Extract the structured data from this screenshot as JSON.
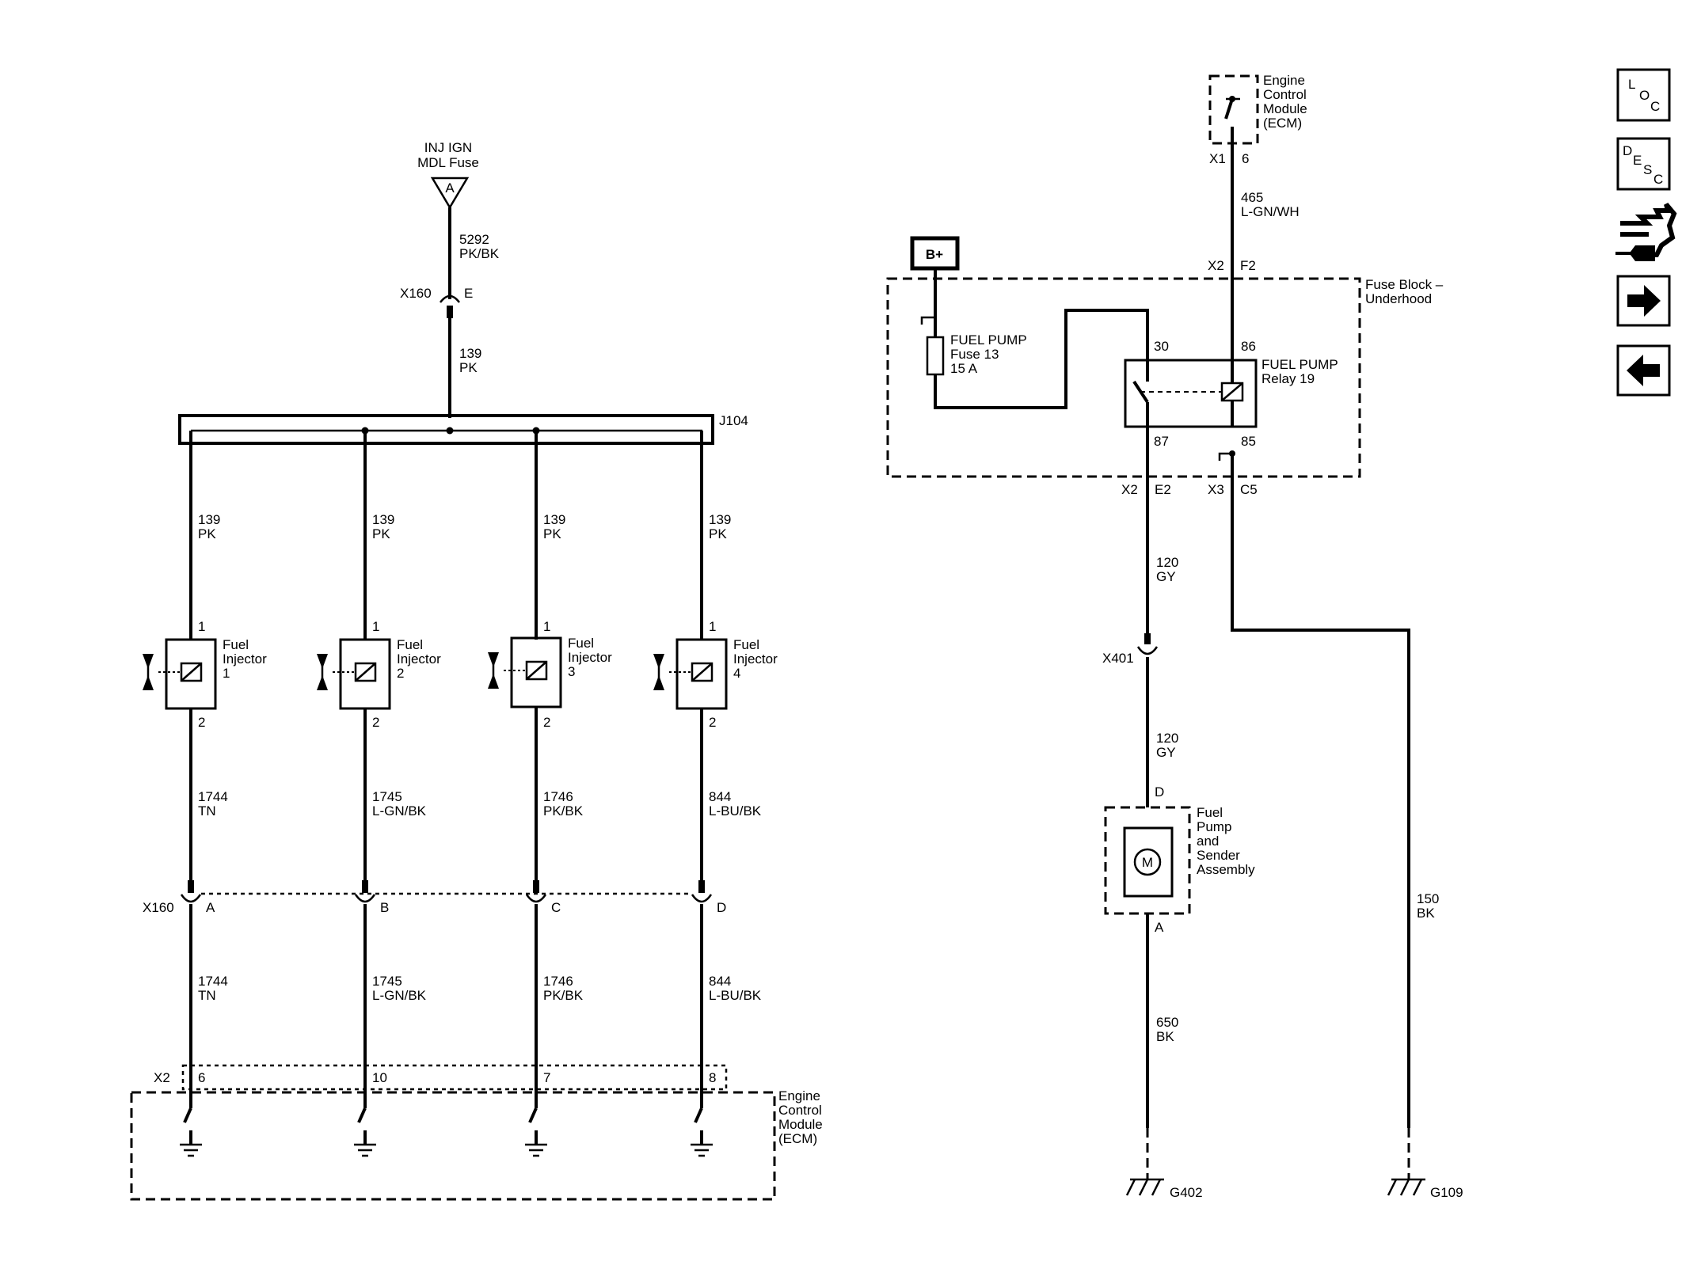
{
  "colors": {
    "ink": "#000000",
    "paper": "#ffffff"
  },
  "icons": [
    "location-icon",
    "description-icon",
    "connector-tools-icon",
    "next-arrow-icon",
    "previous-arrow-icon"
  ],
  "nav": {
    "loc": [
      "L",
      "O",
      "C"
    ],
    "desc": [
      "D",
      "E",
      "S",
      "C"
    ]
  },
  "inj_fuse": {
    "line1": "INJ IGN",
    "line2": "MDL Fuse",
    "pin": "A"
  },
  "wire_5292": {
    "num": "5292",
    "color": "PK/BK"
  },
  "conn_x160_top": {
    "name": "X160",
    "pin": "E"
  },
  "wire_139_main": {
    "num": "139",
    "color": "PK"
  },
  "splice": {
    "name": "J104"
  },
  "injectors": [
    {
      "feed_num": "139",
      "feed_color": "PK",
      "pin_top": "1",
      "label1": "Fuel",
      "label2": "Injector",
      "label3": "1",
      "pin_bot": "2",
      "ctrl_num": "1744",
      "ctrl_color": "TN",
      "x160_pin": "A",
      "ecm_pin": "6"
    },
    {
      "feed_num": "139",
      "feed_color": "PK",
      "pin_top": "1",
      "label1": "Fuel",
      "label2": "Injector",
      "label3": "2",
      "pin_bot": "2",
      "ctrl_num": "1745",
      "ctrl_color": "L-GN/BK",
      "x160_pin": "B",
      "ecm_pin": "10"
    },
    {
      "feed_num": "139",
      "feed_color": "PK",
      "pin_top": "1",
      "label1": "Fuel",
      "label2": "Injector",
      "label3": "3",
      "pin_bot": "2",
      "ctrl_num": "1746",
      "ctrl_color": "PK/BK",
      "x160_pin": "C",
      "ecm_pin": "7"
    },
    {
      "feed_num": "139",
      "feed_color": "PK",
      "pin_top": "1",
      "label1": "Fuel",
      "label2": "Injector",
      "label3": "4",
      "pin_bot": "2",
      "ctrl_num": "844",
      "ctrl_color": "L-BU/BK",
      "x160_pin": "D",
      "ecm_pin": "8"
    }
  ],
  "conn_x160_bot": {
    "name": "X160"
  },
  "ecm_left": {
    "conn": "X2",
    "line1": "Engine",
    "line2": "Control",
    "line3": "Module",
    "line4": "(ECM)"
  },
  "ecm_top": {
    "line1": "Engine",
    "line2": "Control",
    "line3": "Module",
    "line4": "(ECM)",
    "conn": "X1",
    "pin": "6"
  },
  "wire_465": {
    "num": "465",
    "color": "L-GN/WH"
  },
  "fuse_block": {
    "line1": "Fuse Block –",
    "line2": "Underhood",
    "conn_x2": "X2",
    "pin_f2": "F2",
    "conn_x2b": "X2",
    "pin_e2": "E2",
    "conn_x3": "X3",
    "pin_c5": "C5"
  },
  "battery": {
    "label": "B+"
  },
  "fuel_fuse": {
    "line1": "FUEL PUMP",
    "line2": "Fuse 13",
    "line3": "15 A"
  },
  "relay": {
    "line1": "FUEL PUMP",
    "line2": "Relay 19",
    "pin30": "30",
    "pin86": "86",
    "pin87": "87",
    "pin85": "85"
  },
  "wire_120a": {
    "num": "120",
    "color": "GY"
  },
  "conn_x401": {
    "name": "X401"
  },
  "wire_120b": {
    "num": "120",
    "color": "GY"
  },
  "pump": {
    "pin_top": "D",
    "motor": "M",
    "line1": "Fuel",
    "line2": "Pump",
    "line3": "and",
    "line4": "Sender",
    "line5": "Assembly",
    "pin_bot": "A"
  },
  "wire_650": {
    "num": "650",
    "color": "BK"
  },
  "wire_150": {
    "num": "150",
    "color": "BK"
  },
  "ground_g402": {
    "name": "G402"
  },
  "ground_g109": {
    "name": "G109"
  }
}
